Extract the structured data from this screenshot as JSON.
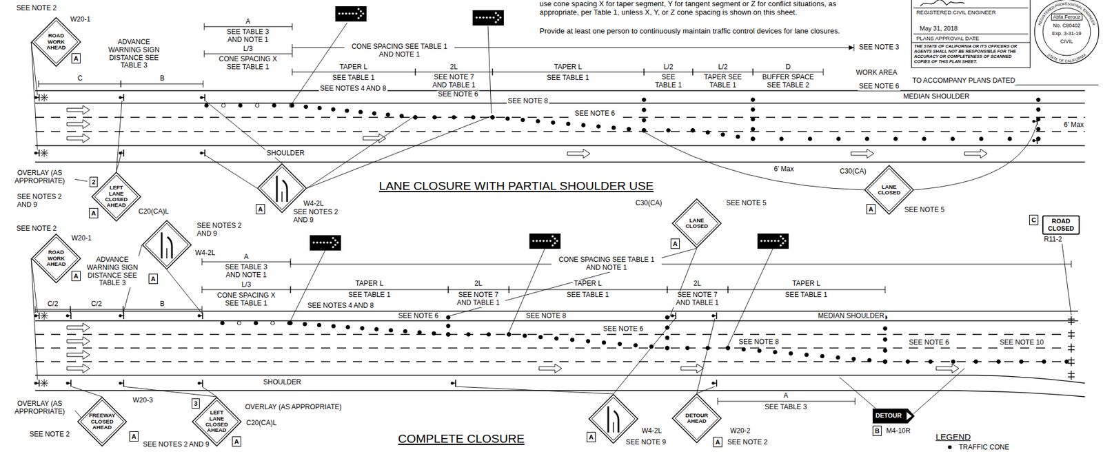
{
  "diagram": {
    "nodes": [
      {
        "text": [
          "ROAD WORK AHEAD"
        ]
      },
      {
        "text": [
          "A"
        ]
      },
      {
        "text": [
          "2"
        ]
      },
      {
        "text": [
          "LEFT LANE CLOSED AHEAD"
        ]
      },
      {
        "text": [
          "A"
        ]
      },
      {
        "text": [
          "A"
        ]
      },
      {
        "text": [
          "LANE CLOSED"
        ]
      },
      {
        "text": [
          "A"
        ]
      },
      {
        "text": [
          "ROAD WORK AHEAD"
        ]
      },
      {
        "text": [
          "A"
        ]
      },
      {
        "text": [
          "A"
        ]
      },
      {
        "text": [
          "LANE CLOSED"
        ]
      },
      {
        "text": [
          "A"
        ]
      },
      {
        "text": [
          "C"
        ]
      },
      {
        "text": [
          "ROAD CLOSED"
        ]
      },
      {
        "text": [
          "FREEWAY CLOSED AHEAD"
        ]
      },
      {
        "text": [
          "A"
        ]
      },
      {
        "text": [
          "3"
        ]
      },
      {
        "text": [
          "LEFT LANE CLOSED AHEAD"
        ]
      },
      {
        "text": [
          "A"
        ]
      },
      {
        "text": [
          "A"
        ]
      },
      {
        "text": [
          "DETOUR AHEAD"
        ]
      },
      {
        "text": [
          "A"
        ]
      },
      {
        "text": [
          "DETOUR"
        ]
      },
      {
        "text": [
          "B"
        ]
      },
      {
        "text": [
          "REGISTERED CIVIL ENGINEER",
          "May 31, 2018",
          "PLANS APPROVAL DATE",
          "THE STATE OF CALIFORNIA OR ITS OFFICERS OR AGENTS SHALL NOT BE RESPONSIBLE FOR THE ACCURACY OR COMPLETENESS OF SCANNED COPIES OF THIS PLAN SHEET."
        ]
      },
      {
        "text": [
          "REGISTERED PROFESSIONAL ENGINEER",
          "Atifa Ferouz",
          "No. C80402",
          "Exp. 3-31-19",
          "CIVIL",
          "STATE OF CALIFORNIA"
        ]
      }
    ],
    "labels": [
      "use cone spacing X for taper segment, Y for tangent segment or Z for conflict situations, as appropriate, per Table 1, unless X, Y, or Z cone spacing is shown on this sheet.",
      "Provide at least one person to continuously maintain traffic control devices for lane closures.",
      "SEE NOTE 2",
      "W20-1",
      "ADVANCE WARNING SIGN DISTANCE SEE TABLE 3",
      "C",
      "B",
      "A",
      "SEE TABLE 3 AND NOTE 1",
      "L/3",
      "CONE SPACING X SEE TABLE 1",
      "CONE SPACING SEE TABLE 1 AND NOTE 1",
      "SEE NOTE 3",
      "TAPER L",
      "SEE TABLE 1",
      "2L",
      "SEE NOTE 7 AND TABLE 1",
      "TAPER L",
      "SEE TABLE 1",
      "L/2",
      "SEE TABLE 1",
      "L/2",
      "TAPER SEE TABLE 1",
      "D",
      "BUFFER SPACE SEE TABLE 2",
      "WORK AREA",
      "SEE NOTE 6",
      "TO ACCOMPANY PLANS DATED",
      "SEE NOTES 4 AND 8",
      "SEE NOTE 6",
      "SEE NOTE 8",
      "SEE NOTE 6",
      "MEDIAN SHOULDER",
      "6' Max",
      "6' Max",
      "SHOULDER",
      "OVERLAY (AS APPROPRIATE)",
      "SEE NOTES 2 AND 9",
      "C20(CA)L",
      "W4-2L",
      "SEE NOTES 2 AND 9",
      "LANE CLOSURE WITH PARTIAL SHOULDER USE",
      "C30(CA)",
      "SEE NOTE 5",
      "SEE NOTE 2",
      "W20-1",
      "ADVANCE WARNING SIGN DISTANCE SEE TABLE 3",
      "SEE NOTES 2 AND 9",
      "W4-2L",
      "C/2",
      "C/2",
      "B",
      "A",
      "SEE TABLE 3 AND NOTE 1",
      "L/3",
      "CONE SPACING X SEE TABLE 1",
      "CONE SPACING SEE TABLE 1 AND NOTE 1",
      "TAPER L",
      "SEE TABLE 1",
      "2L",
      "SEE NOTE 7 AND TABLE 1",
      "TAPER L",
      "SEE TABLE 1",
      "2L",
      "SEE NOTE 7 AND TABLE 1",
      "TAPER L",
      "SEE TABLE 1",
      "SEE NOTES 4 AND 8",
      "SEE NOTE 6",
      "SEE NOTE 8",
      "SEE NOTE 6",
      "MEDIAN SHOULDER",
      "SEE NOTE 8",
      "SEE NOTE 6",
      "SEE NOTE 10",
      "SHOULDER",
      "OVERLAY (AS APPROPRIATE)",
      "W20-3",
      "SEE NOTE 2",
      "SEE NOTES 2 AND 9",
      "OVERLAY (AS APPROPRIATE)",
      "C20(CA)L",
      "COMPLETE CLOSURE",
      "W4-2L",
      "SEE NOTE 9",
      "W20-2",
      "SEE NOTE 2",
      "A",
      "SEE TABLE 3",
      "M4-10R",
      "C30(CA)",
      "SEE NOTE 5",
      "R11-2",
      "LEGEND"
    ],
    "legend": [
      {
        "text": "TRAFFIC CONE"
      }
    ]
  }
}
